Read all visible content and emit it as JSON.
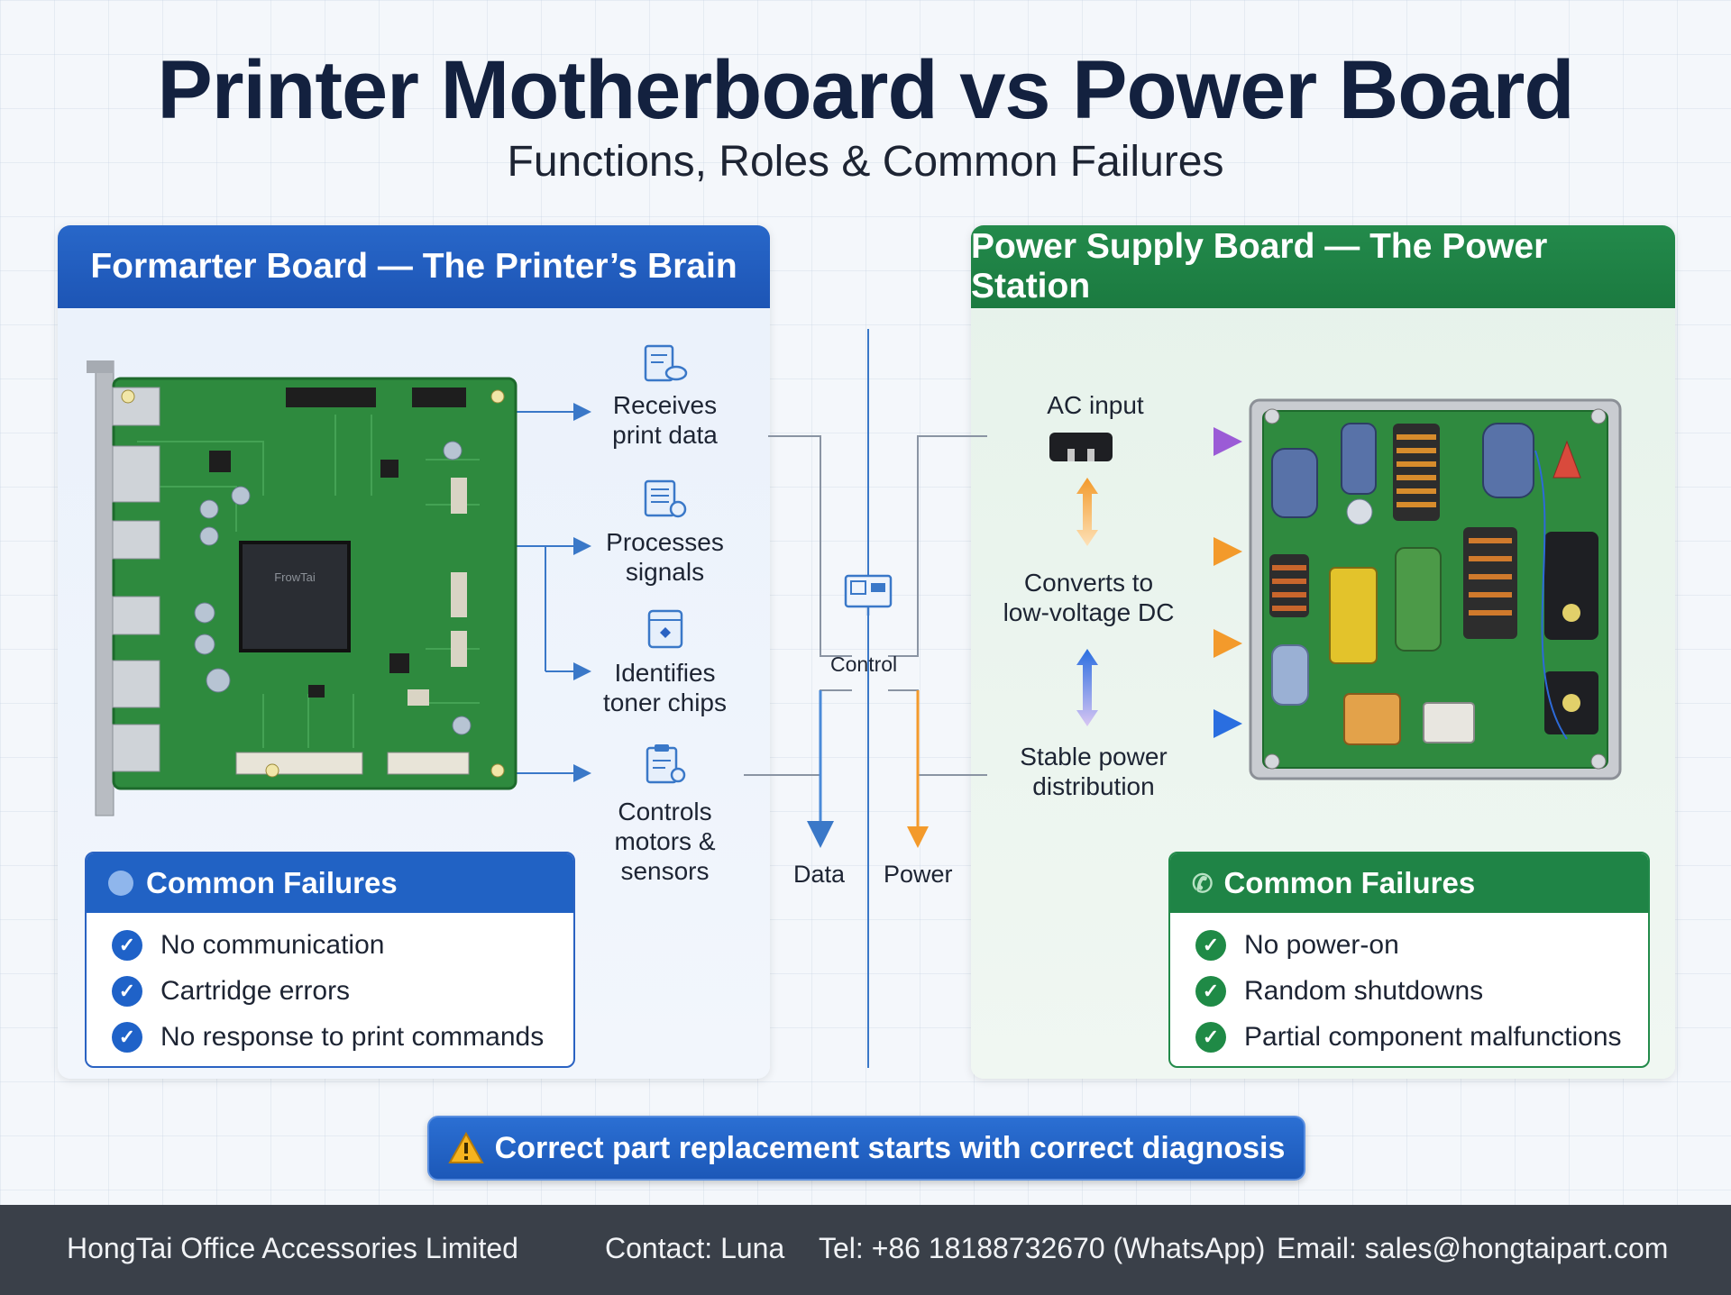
{
  "title": "Printer Motherboard vs Power Board",
  "subtitle": "Functions, Roles & Common Failures",
  "left_panel": {
    "heading": "Formarter Board — The Printer’s Brain",
    "chip_label": "FrowTai",
    "features": [
      {
        "line1": "Receives",
        "line2": "print data",
        "icon": "document-cloud-icon"
      },
      {
        "line1": "Processes",
        "line2": "signals",
        "icon": "document-list-icon"
      },
      {
        "line1": "Identifies",
        "line2": "toner chips",
        "icon": "chip-icon"
      },
      {
        "line1": "Controls",
        "line2": "motors &",
        "line3": "sensors",
        "icon": "clipboard-gear-icon"
      }
    ],
    "failures_title": "Common Failures",
    "failures": [
      "No communication",
      "Cartridge errors",
      "No response to print commands"
    ]
  },
  "center": {
    "control_label": "Control",
    "data_label": "Data",
    "power_label": "Power"
  },
  "right_panel": {
    "heading": "Power Supply Board — The Power Station",
    "features": [
      {
        "line1": "AC input"
      },
      {
        "line1": "Converts to",
        "line2": "low-voltage DC"
      },
      {
        "line1": "Stable power",
        "line2": "distribution"
      }
    ],
    "failures_title": "Common Failures",
    "failures": [
      "No power-on",
      "Random shutdowns",
      "Partial component malfunctions"
    ]
  },
  "banner": {
    "icon": "warning-icon",
    "text": "Correct part replacement starts with correct diagnosis"
  },
  "footer": {
    "company": "HongTai Office Accessories Limited",
    "contact": "Contact: Luna",
    "tel": "Tel: +86 18188732670 (WhatsApp)",
    "email": "Email: sales@hongtaipart.com"
  },
  "colors": {
    "blue": "#1f62c8",
    "green": "#1f8446",
    "orange": "#f39a2b",
    "purple": "#8e5bd6",
    "footer": "#3a4049"
  }
}
